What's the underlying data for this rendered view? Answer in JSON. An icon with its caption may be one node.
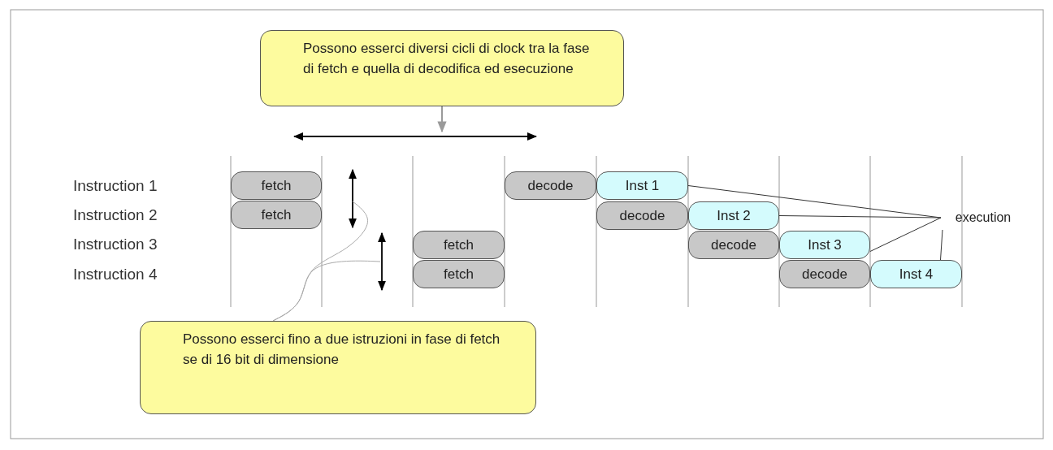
{
  "diagram": {
    "nodes": [
      {
        "text": [
          "Possono esserci diversi cicli di clock tra la fase di fetch e quella di decodifica ed esecuzione"
        ]
      },
      {
        "text": [
          "fetch"
        ]
      },
      {
        "text": [
          "decode"
        ]
      },
      {
        "text": [
          "Inst 1"
        ]
      },
      {
        "text": [
          "fetch"
        ]
      },
      {
        "text": [
          "decode"
        ]
      },
      {
        "text": [
          "Inst 2"
        ]
      },
      {
        "text": [
          "fetch"
        ]
      },
      {
        "text": [
          "decode"
        ]
      },
      {
        "text": [
          "Inst 3"
        ]
      },
      {
        "text": [
          "fetch"
        ]
      },
      {
        "text": [
          "decode"
        ]
      },
      {
        "text": [
          "Inst 4"
        ]
      },
      {
        "text": [
          "execution"
        ]
      },
      {
        "text": [
          "Possono esserci fino a due istruzioni in fase di fetch se di 16 bit di dimensione"
        ]
      }
    ],
    "edges": [
      {
        "from": 0,
        "to": null,
        "arrow": "to",
        "color": "#9a9a9a"
      },
      {
        "from": 13,
        "to": 3,
        "arrow": "none"
      },
      {
        "from": 13,
        "to": 6,
        "arrow": "none"
      },
      {
        "from": 13,
        "to": 9,
        "arrow": "none"
      },
      {
        "from": 13,
        "to": 12,
        "arrow": "none"
      },
      {
        "from": 14,
        "to": null,
        "arrow": "none",
        "color": "#aaaaaa"
      },
      {
        "from": 14,
        "to": null,
        "arrow": "none",
        "color": "#aaaaaa"
      }
    ],
    "labels": [
      "Instruction 1",
      "Instruction 2",
      "Instruction 3",
      "Instruction 4"
    ]
  }
}
